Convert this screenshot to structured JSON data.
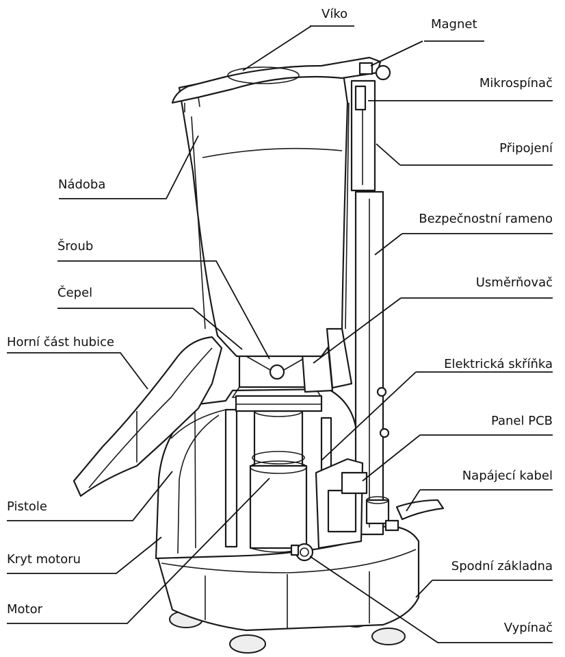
{
  "diagram": {
    "labels": {
      "viko": "Víko",
      "magnet": "Magnet",
      "mikrospinac": "Mikrospínač",
      "pripojeni": "Připojení",
      "nadoba": "Nádoba",
      "bezpecnostni_rameno": "Bezpečnostní rameno",
      "sroub": "Šroub",
      "cepel": "Čepel",
      "usmernovac": "Usměrňovač",
      "horni_cast_hubice": "Horní část hubice",
      "elektricka_skrinka": "Elektrická skříňka",
      "panel_pcb": "Panel PCB",
      "napajeci_kabel": "Napájecí kabel",
      "pistole": "Pistole",
      "kryt_motoru": "Kryt motoru",
      "spodni_zakladna": "Spodní základna",
      "motor": "Motor",
      "vypinac": "Vypínač"
    },
    "line_color": "#111111",
    "fill_color": "#ffffff"
  }
}
